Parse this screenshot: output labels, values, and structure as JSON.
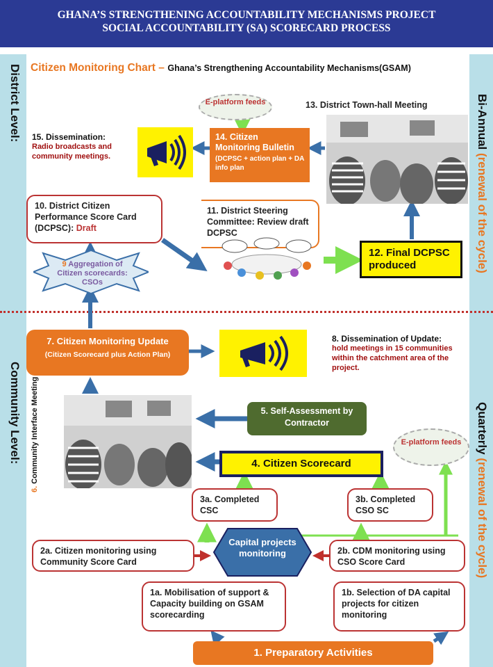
{
  "header": {
    "line1": "GHANA’S STRENGTHENING ACCOUNTABILITY MECHANISMS PROJECT",
    "line2": "SOCIAL ACCOUNTABILITY (SA) SCORECARD PROCESS"
  },
  "chart_title": {
    "main": "Citizen Monitoring  Chart –",
    "sub": "Ghana’s Strengthening Accountability Mechanisms(GSAM)"
  },
  "side": {
    "district_level": "District Level:",
    "community_level": "Community Level:",
    "bi_annual": "Bi-Annual",
    "bi_annual_note": "(renewal of the cycle)",
    "quarterly": "Quarterly",
    "quarterly_note": "(renewal of the cycle)"
  },
  "nodes": {
    "eplatform_top": "E-platform feeds",
    "n13": "13. District Town-hall Meeting",
    "n15_title": "15. Dissemination:",
    "n15_body": "Radio broadcasts and community meetings.",
    "n14_title": "14. Citizen Monitoring Bulletin",
    "n14_body": "(DCPSC + action plan + DA info plan",
    "n10_title": "10. District Citizen Performance Score Card (DCPSC):",
    "n10_draft": "Draft",
    "n11": "11. District Steering Committee:  Review draft  DCPSC",
    "n12": "12. Final DCPSC produced",
    "n9_num": "9",
    "n9_text": "Aggregation of Citizen scorecards: CSOs",
    "n7_title": "7. Citizen Monitoring Update",
    "n7_body": "(Citizen Scorecard plus Action Plan)",
    "n8_title": "8. Dissemination of Update:",
    "n8_body": "hold meetings in 15 communities within the catchment area of the project.",
    "n6_num": "6.",
    "n6_text": "Community Interface Meeting",
    "n5": "5. Self-Assessment by Contractor",
    "n4": "4. Citizen Scorecard",
    "eplatform_right": "E-platform feeds",
    "n3a": "3a. Completed CSC",
    "n3b": "3b. Completed CSO SC",
    "n2a": "2a.  Citizen monitoring using Community Score Card",
    "capital": "Capital projects monitoring",
    "n2b": "2b.  CDM monitoring using CSO Score Card",
    "n1a": "1a.  Mobilisation of support & Capacity building on GSAM scorecarding",
    "n1b": "1b.  Selection of DA capital projects for citizen monitoring",
    "n1": "1. Preparatory Activities"
  }
}
